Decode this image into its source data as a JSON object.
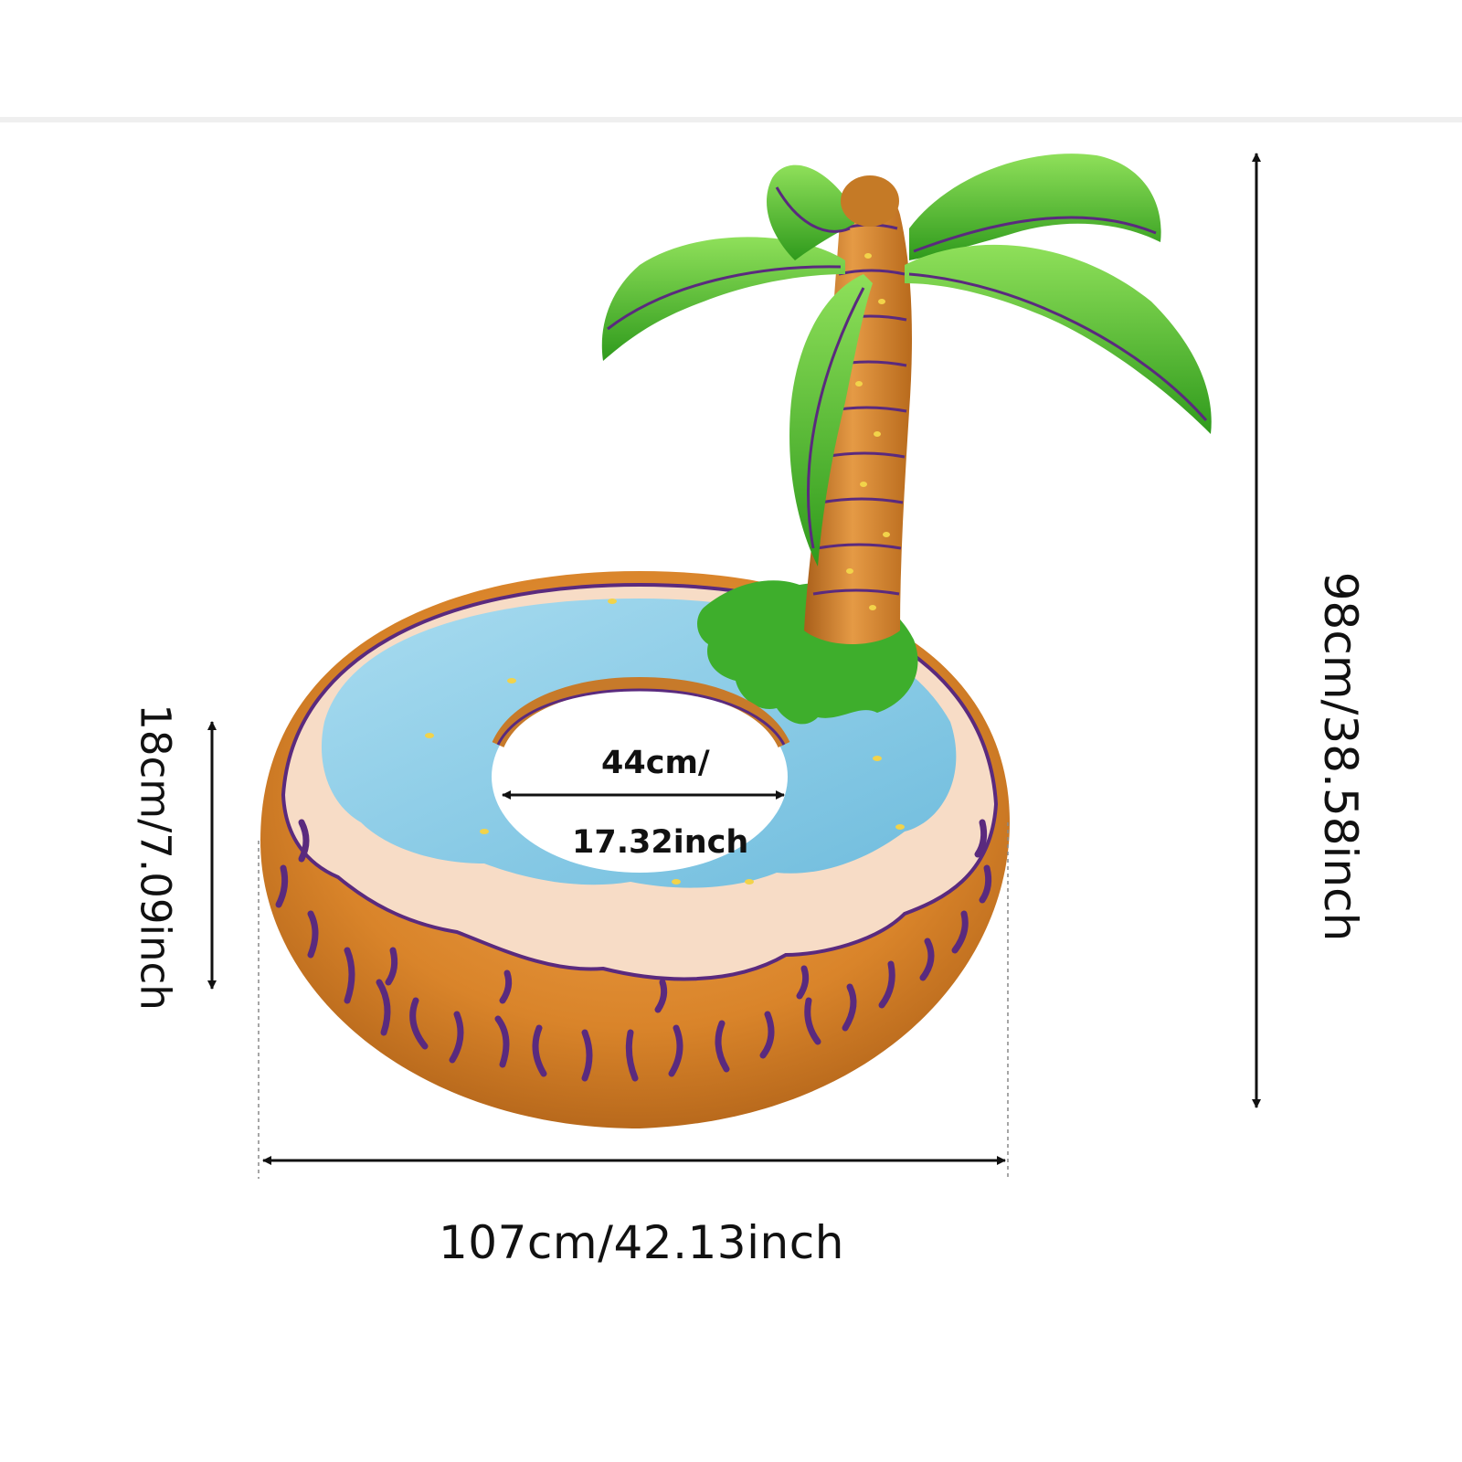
{
  "diagram": {
    "width_label": "107cm/42.13inch",
    "height_label": "98cm/38.58inch",
    "tube_label": "18cm/7.09inch",
    "inner_label_line1": "44cm/",
    "inner_label_line2": "17.32inch"
  },
  "colors": {
    "ring_orange": "#d98a2e",
    "ring_dark": "#b86a1c",
    "cream": "#f6d9c1",
    "water": "#86c9e3",
    "palm_green": "#46b928",
    "trunk": "#c57a26",
    "stripe_purple": "#5a2a7e",
    "arrow": "#111111"
  }
}
